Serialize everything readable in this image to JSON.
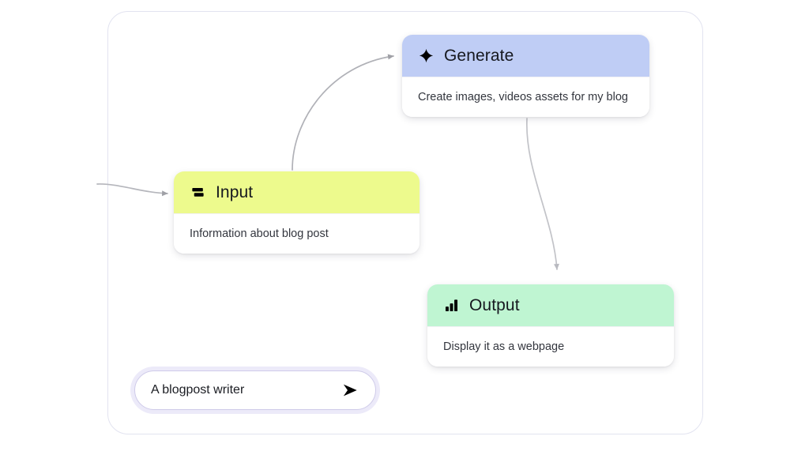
{
  "canvas": {
    "label": "workflow-canvas",
    "border_color": "#e2e3f0"
  },
  "nodes": [
    {
      "id": "generate",
      "title": "Generate",
      "description": "Create images, videos assets for my blog",
      "icon": "sparkle-icon",
      "header_color": "#bfcdf5"
    },
    {
      "id": "input",
      "title": "Input",
      "description": "Information about blog post",
      "icon": "stacked-bars-icon",
      "header_color": "#edfa8d"
    },
    {
      "id": "output",
      "title": "Output",
      "description": "Display it as a webpage",
      "icon": "bar-chart-icon",
      "header_color": "#bff5d2"
    }
  ],
  "connectors": [
    {
      "name": "entry-to-input",
      "from": "canvas-edge",
      "to": "input"
    },
    {
      "name": "input-to-generate",
      "from": "input",
      "to": "generate"
    },
    {
      "name": "generate-to-output",
      "from": "generate",
      "to": "output"
    }
  ],
  "prompt": {
    "value": "A blogpost writer",
    "placeholder": "A blogpost writer",
    "send_icon": "send-arrow-icon",
    "ring_color": "#eceaf9",
    "border_color": "#cfcbe9"
  }
}
